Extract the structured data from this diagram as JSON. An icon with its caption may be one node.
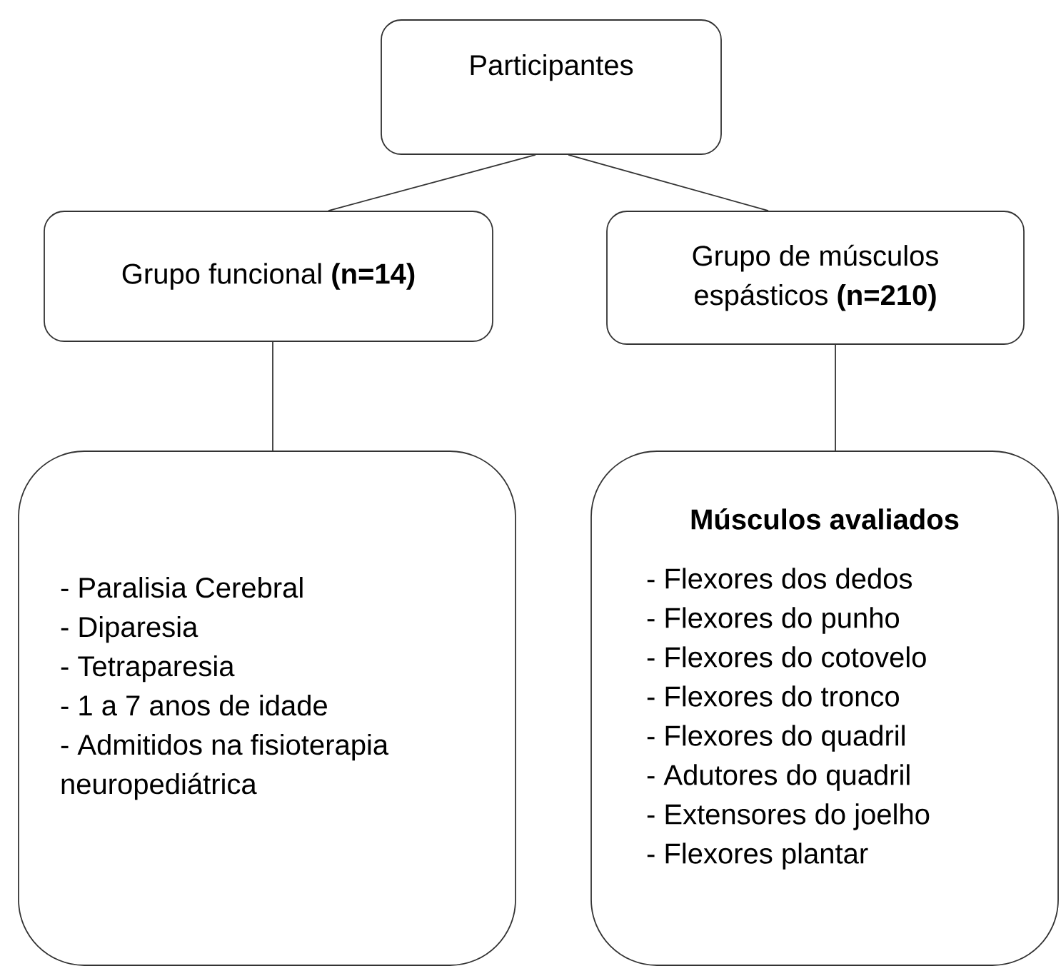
{
  "diagram": {
    "nodes": [
      {
        "text": [
          "Participantes"
        ]
      },
      {
        "text": [
          "Grupo funcional **(n=14)**"
        ]
      },
      {
        "text": [
          "Grupo de músculos espásticos **(n=210)**"
        ]
      },
      {
        "text": [
          "- Paralisia Cerebral",
          "- Diparesia",
          "- Tetraparesia",
          "- 1 a 7 anos de idade",
          "- Admitidos na fisioterapia neuropediátrica"
        ]
      },
      {
        "text": [
          "**Músculos avaliados**",
          "- Flexores dos dedos",
          "- Flexores do punho",
          "- Flexores do cotovelo",
          "- Flexores do tronco",
          "- Flexores do quadril",
          "- Adutores do quadril",
          "- Extensores do joelho",
          "- Flexores plantar"
        ]
      }
    ],
    "edges": [
      {
        "from": 0,
        "to": 1,
        "arrow": "none"
      },
      {
        "from": 0,
        "to": 2,
        "arrow": "none"
      },
      {
        "from": 1,
        "to": 3,
        "arrow": "none"
      },
      {
        "from": 2,
        "to": 4,
        "arrow": "none"
      }
    ]
  }
}
